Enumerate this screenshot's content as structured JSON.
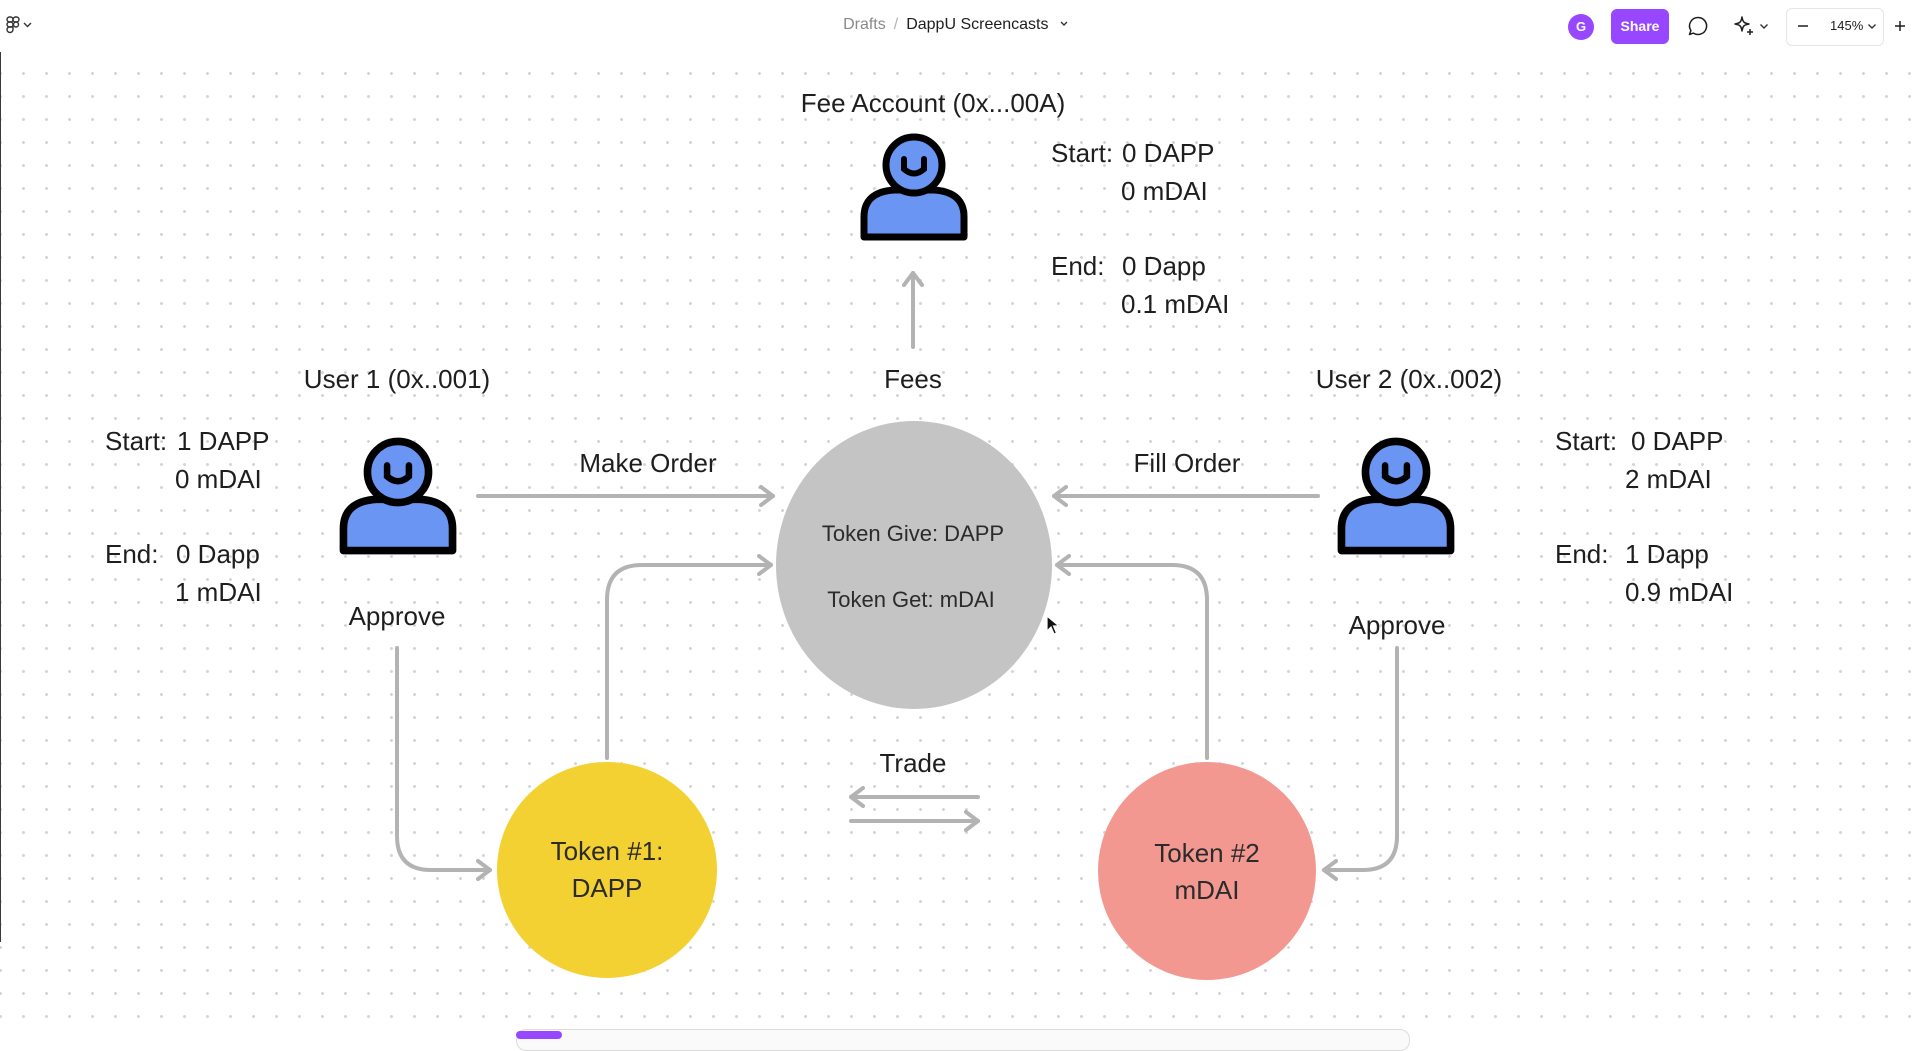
{
  "toolbar": {
    "breadcrumb_root": "Drafts",
    "breadcrumb_separator": "/",
    "file_name": "DappU Screencasts",
    "avatar_initial": "G",
    "share_label": "Share",
    "zoom_level": "145%",
    "accent_color": "#9747ff"
  },
  "diagram": {
    "fee_account": {
      "title": "Fee Account (0x...00A)",
      "start_label": "Start:",
      "start_dapp": "0 DAPP",
      "start_mdai": "0 mDAI",
      "end_label": "End:",
      "end_dapp": "0 Dapp",
      "end_mdai": "0.1 mDAI"
    },
    "fees_label": "Fees",
    "user1": {
      "title": "User 1 (0x..001)",
      "start_label": "Start:",
      "start_dapp": "1 DAPP",
      "start_mdai": "0 mDAI",
      "end_label": "End:",
      "end_dapp": "0 Dapp",
      "end_mdai": "1 mDAI",
      "approve_label": "Approve"
    },
    "user2": {
      "title": "User 2 (0x..002)",
      "start_label": "Start:",
      "start_dapp": "0 DAPP",
      "start_mdai": "2 mDAI",
      "end_label": "End:",
      "end_dapp": "1 Dapp",
      "end_mdai": "0.9 mDAI",
      "approve_label": "Approve"
    },
    "make_order_label": "Make Order",
    "fill_order_label": "Fill Order",
    "exchange": {
      "token_give": "Token Give: DAPP",
      "token_get": "Token Get: mDAI",
      "color": "#c4c4c4"
    },
    "trade_label": "Trade",
    "token1": {
      "line1": "Token #1:",
      "line2": "DAPP",
      "color": "#f4d133"
    },
    "token2": {
      "line1": "Token #2",
      "line2": "mDAI",
      "color": "#f39890"
    },
    "user_icon_color": "#6b95f2",
    "arrow_color": "#b3b3b3"
  }
}
